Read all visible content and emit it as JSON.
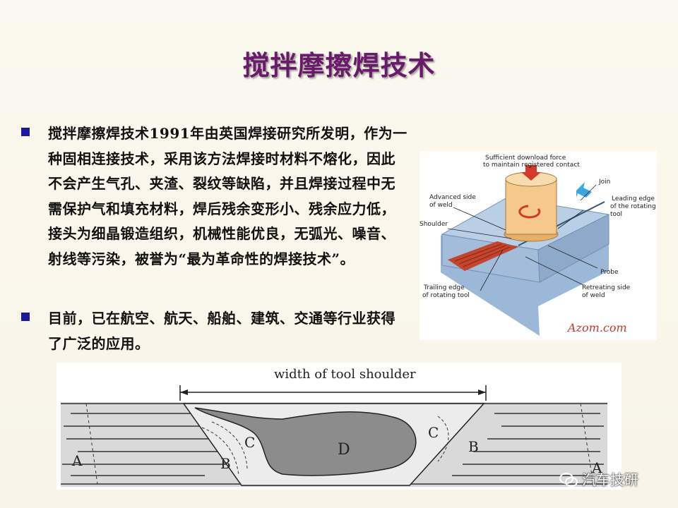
{
  "title": "搅拌摩擦焊技术",
  "bullets": [
    "搅拌摩擦焊技术1991年由英国焊接研究所发明，作为一种固相连接技术，采用该方法焊接时材料不熔化，因此不会产生气孔、夹渣、裂纹等缺陷，并且焊接过程中无需保护气和填充材料，焊后残余变形小、残余应力低，接头为细晶锻造组织，机械性能优良，无弧光、噪音、射线等污染，被誉为“最为革命性的焊接技术”。",
    "目前，已在航空、航天、船舶、建筑、交通等行业获得了广泛的应用。"
  ],
  "figure1": {
    "labels": {
      "force1": "Sufficient download force",
      "force2": "to maintain registered contact",
      "join": "Join",
      "leading1": "Leading edge",
      "leading2": "of the rotating",
      "leading3": "tool",
      "advanced1": "Advanced side",
      "advanced2": "of weld",
      "shoulder": "Shoulder",
      "probe": "Probe",
      "trailing1": "Trailing edge",
      "trailing2": "of rotating tool",
      "retreating1": "Retreating side",
      "retreating2": "of weld",
      "logo": "Azom.com"
    },
    "colors": {
      "plate": "#b9cfe6",
      "plate_edge": "#6f8fb3",
      "tool": "#f4c98b",
      "weld": "#c2452e",
      "arrow": "#3aa6e0"
    }
  },
  "figure2": {
    "dimension_label": "width of tool shoulder",
    "zones": {
      "A_left": "A",
      "B_left": "B",
      "C_left": "C",
      "D": "D",
      "C_right": "C",
      "B_right": "B",
      "A_right": "A"
    }
  },
  "watermark": "汽车技研"
}
